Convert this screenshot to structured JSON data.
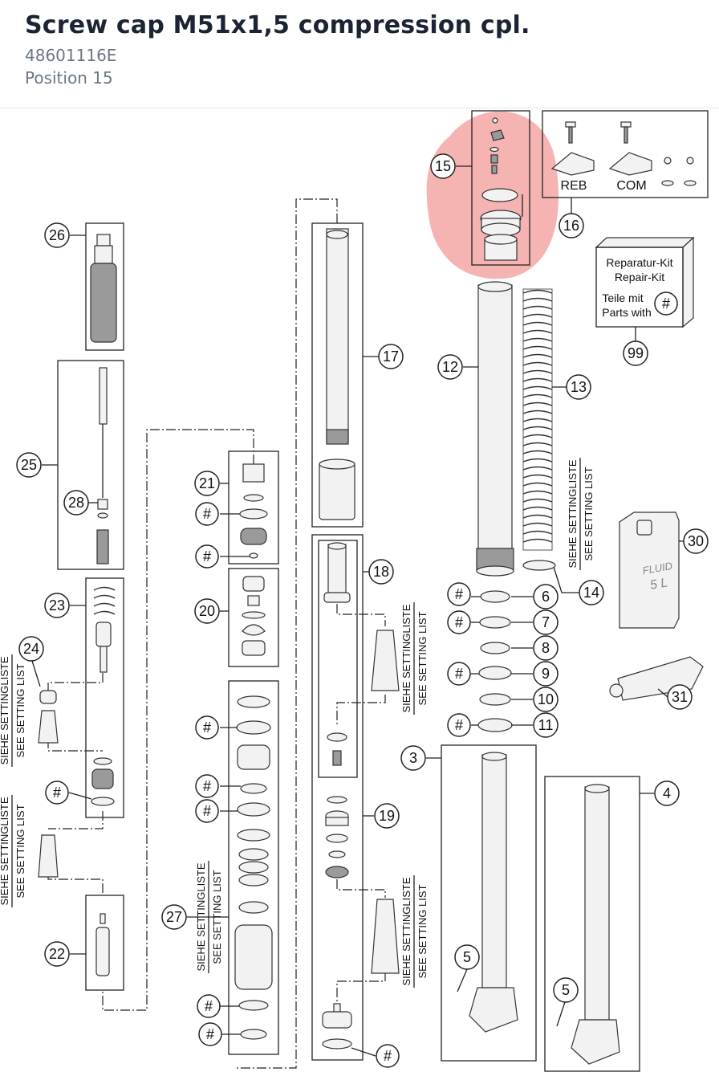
{
  "header": {
    "title": "Screw cap M51x1,5 compression cpl.",
    "part_number": "48601116E",
    "position": "Position 15"
  },
  "diagram": {
    "highlight_color": "#f29a98",
    "callouts": {
      "c15": "15",
      "c16": "16",
      "c26": "26",
      "c17": "17",
      "c12": "12",
      "c13": "13",
      "c99": "99",
      "c25": "25",
      "c28": "28",
      "c21": "21",
      "c20": "20",
      "c23": "23",
      "c24": "24",
      "c18": "18",
      "c14": "14",
      "c30": "30",
      "c6": "6",
      "c7": "7",
      "c8": "8",
      "c9": "9",
      "c10": "10",
      "c11": "11",
      "c31": "31",
      "c3": "3",
      "c4": "4",
      "c19": "19",
      "c27": "27",
      "c22": "22",
      "c5a": "5",
      "c5b": "5",
      "hash": "#"
    },
    "labels": {
      "reb": "REB",
      "com": "COM",
      "kit_line1": "Reparatur-Kit",
      "kit_line2": "Repair-Kit",
      "kit_line3": "Teile mit",
      "kit_line4": "Parts with",
      "fluid": "FLUID",
      "fluid_amount": "5 L",
      "siehe": "SIEHE SETTINGLISTE",
      "see": "SEE SETTING LIST"
    }
  }
}
